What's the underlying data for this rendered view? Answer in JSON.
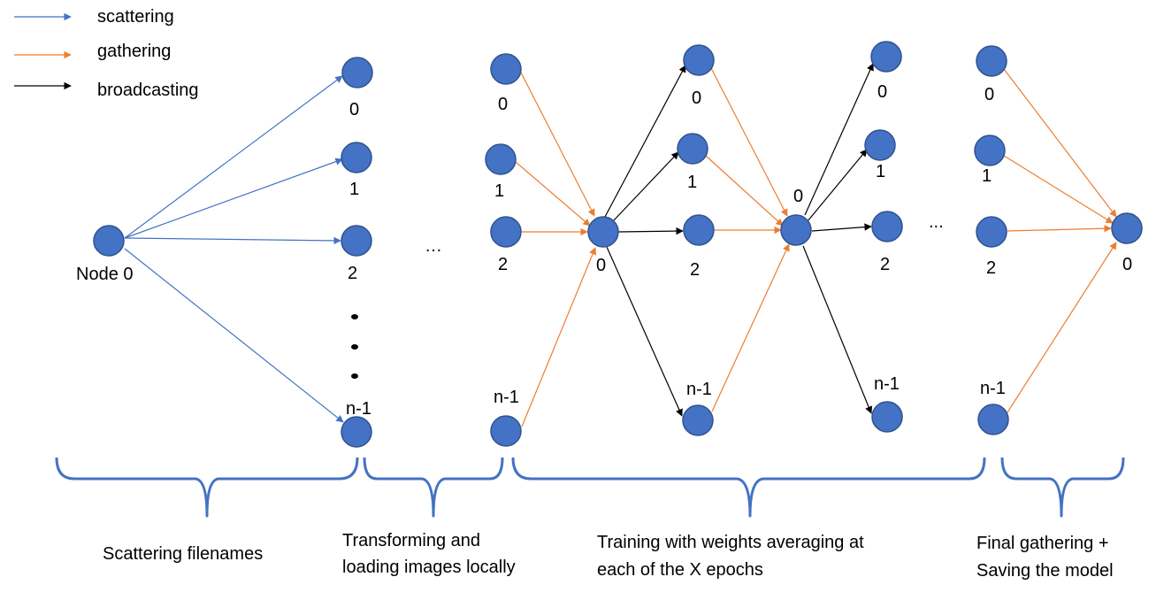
{
  "legend": {
    "scattering": "scattering",
    "gathering": "gathering",
    "broadcasting": "broadcasting"
  },
  "colors": {
    "node": "#4472C4",
    "scatter": "#4472C4",
    "gather": "#ED7D31",
    "broadcast": "#000000",
    "brace": "#4472C4"
  },
  "labels": {
    "node0": "Node 0",
    "zero": "0",
    "one": "1",
    "two": "2",
    "nminus1": "n-1",
    "ellipsis": "…",
    "ellipsis2": "..."
  },
  "phases": {
    "scatter": "Scattering filenames",
    "transform1": "Transforming and",
    "transform2": "loading images locally",
    "train1": "Training with weights averaging at",
    "train2": "each of the X epochs",
    "final1": "Final gathering +",
    "final2": "Saving the model"
  }
}
